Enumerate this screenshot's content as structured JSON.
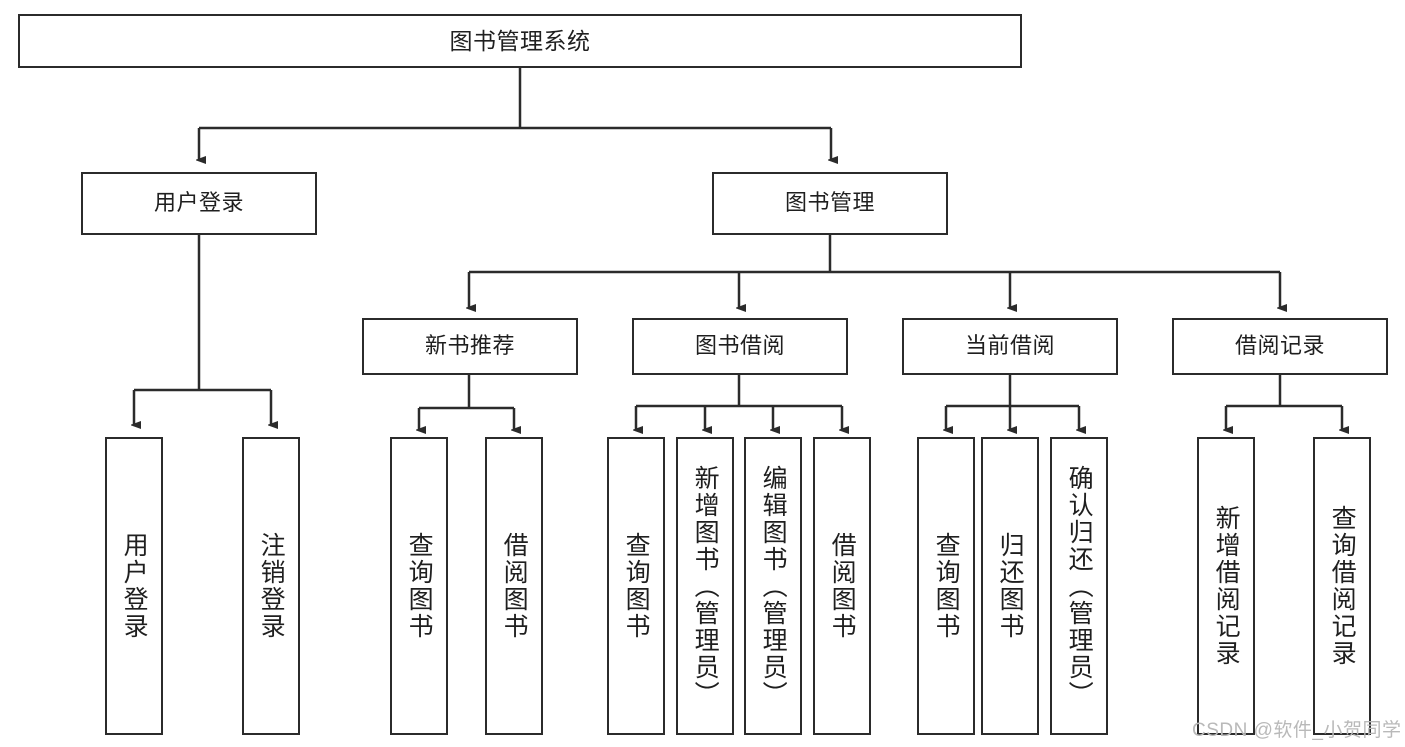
{
  "diagram": {
    "title": "图书管理系统",
    "type": "tree-hierarchy-diagram",
    "colors": {
      "border": "#2b2b2b",
      "background": "#ffffff",
      "text": "#1f1f1f",
      "connector": "#3a3a3a",
      "watermark": "#b9b9b9"
    },
    "root": {
      "label": "图书管理系统"
    },
    "level2": [
      {
        "label": "用户登录"
      },
      {
        "label": "图书管理"
      }
    ],
    "level3": [
      {
        "label": "新书推荐"
      },
      {
        "label": "图书借阅"
      },
      {
        "label": "当前借阅"
      },
      {
        "label": "借阅记录"
      }
    ],
    "leaves": {
      "user_login": [
        {
          "label": "用户登录"
        },
        {
          "label": "注销登录"
        }
      ],
      "new_book_recommend": [
        {
          "label": "查询图书"
        },
        {
          "label": "借阅图书"
        }
      ],
      "book_borrow": [
        {
          "label": "查询图书"
        },
        {
          "label": "新增图书（管理员）"
        },
        {
          "label": "编辑图书（管理员）"
        },
        {
          "label": "借阅图书"
        }
      ],
      "current_borrow": [
        {
          "label": "查询图书"
        },
        {
          "label": "归还图书"
        },
        {
          "label": "确认归还（管理员）"
        }
      ],
      "borrow_record": [
        {
          "label": "新增借阅记录"
        },
        {
          "label": "查询借阅记录"
        }
      ]
    }
  },
  "watermark": {
    "text": "CSDN @软件_小贺同学"
  }
}
